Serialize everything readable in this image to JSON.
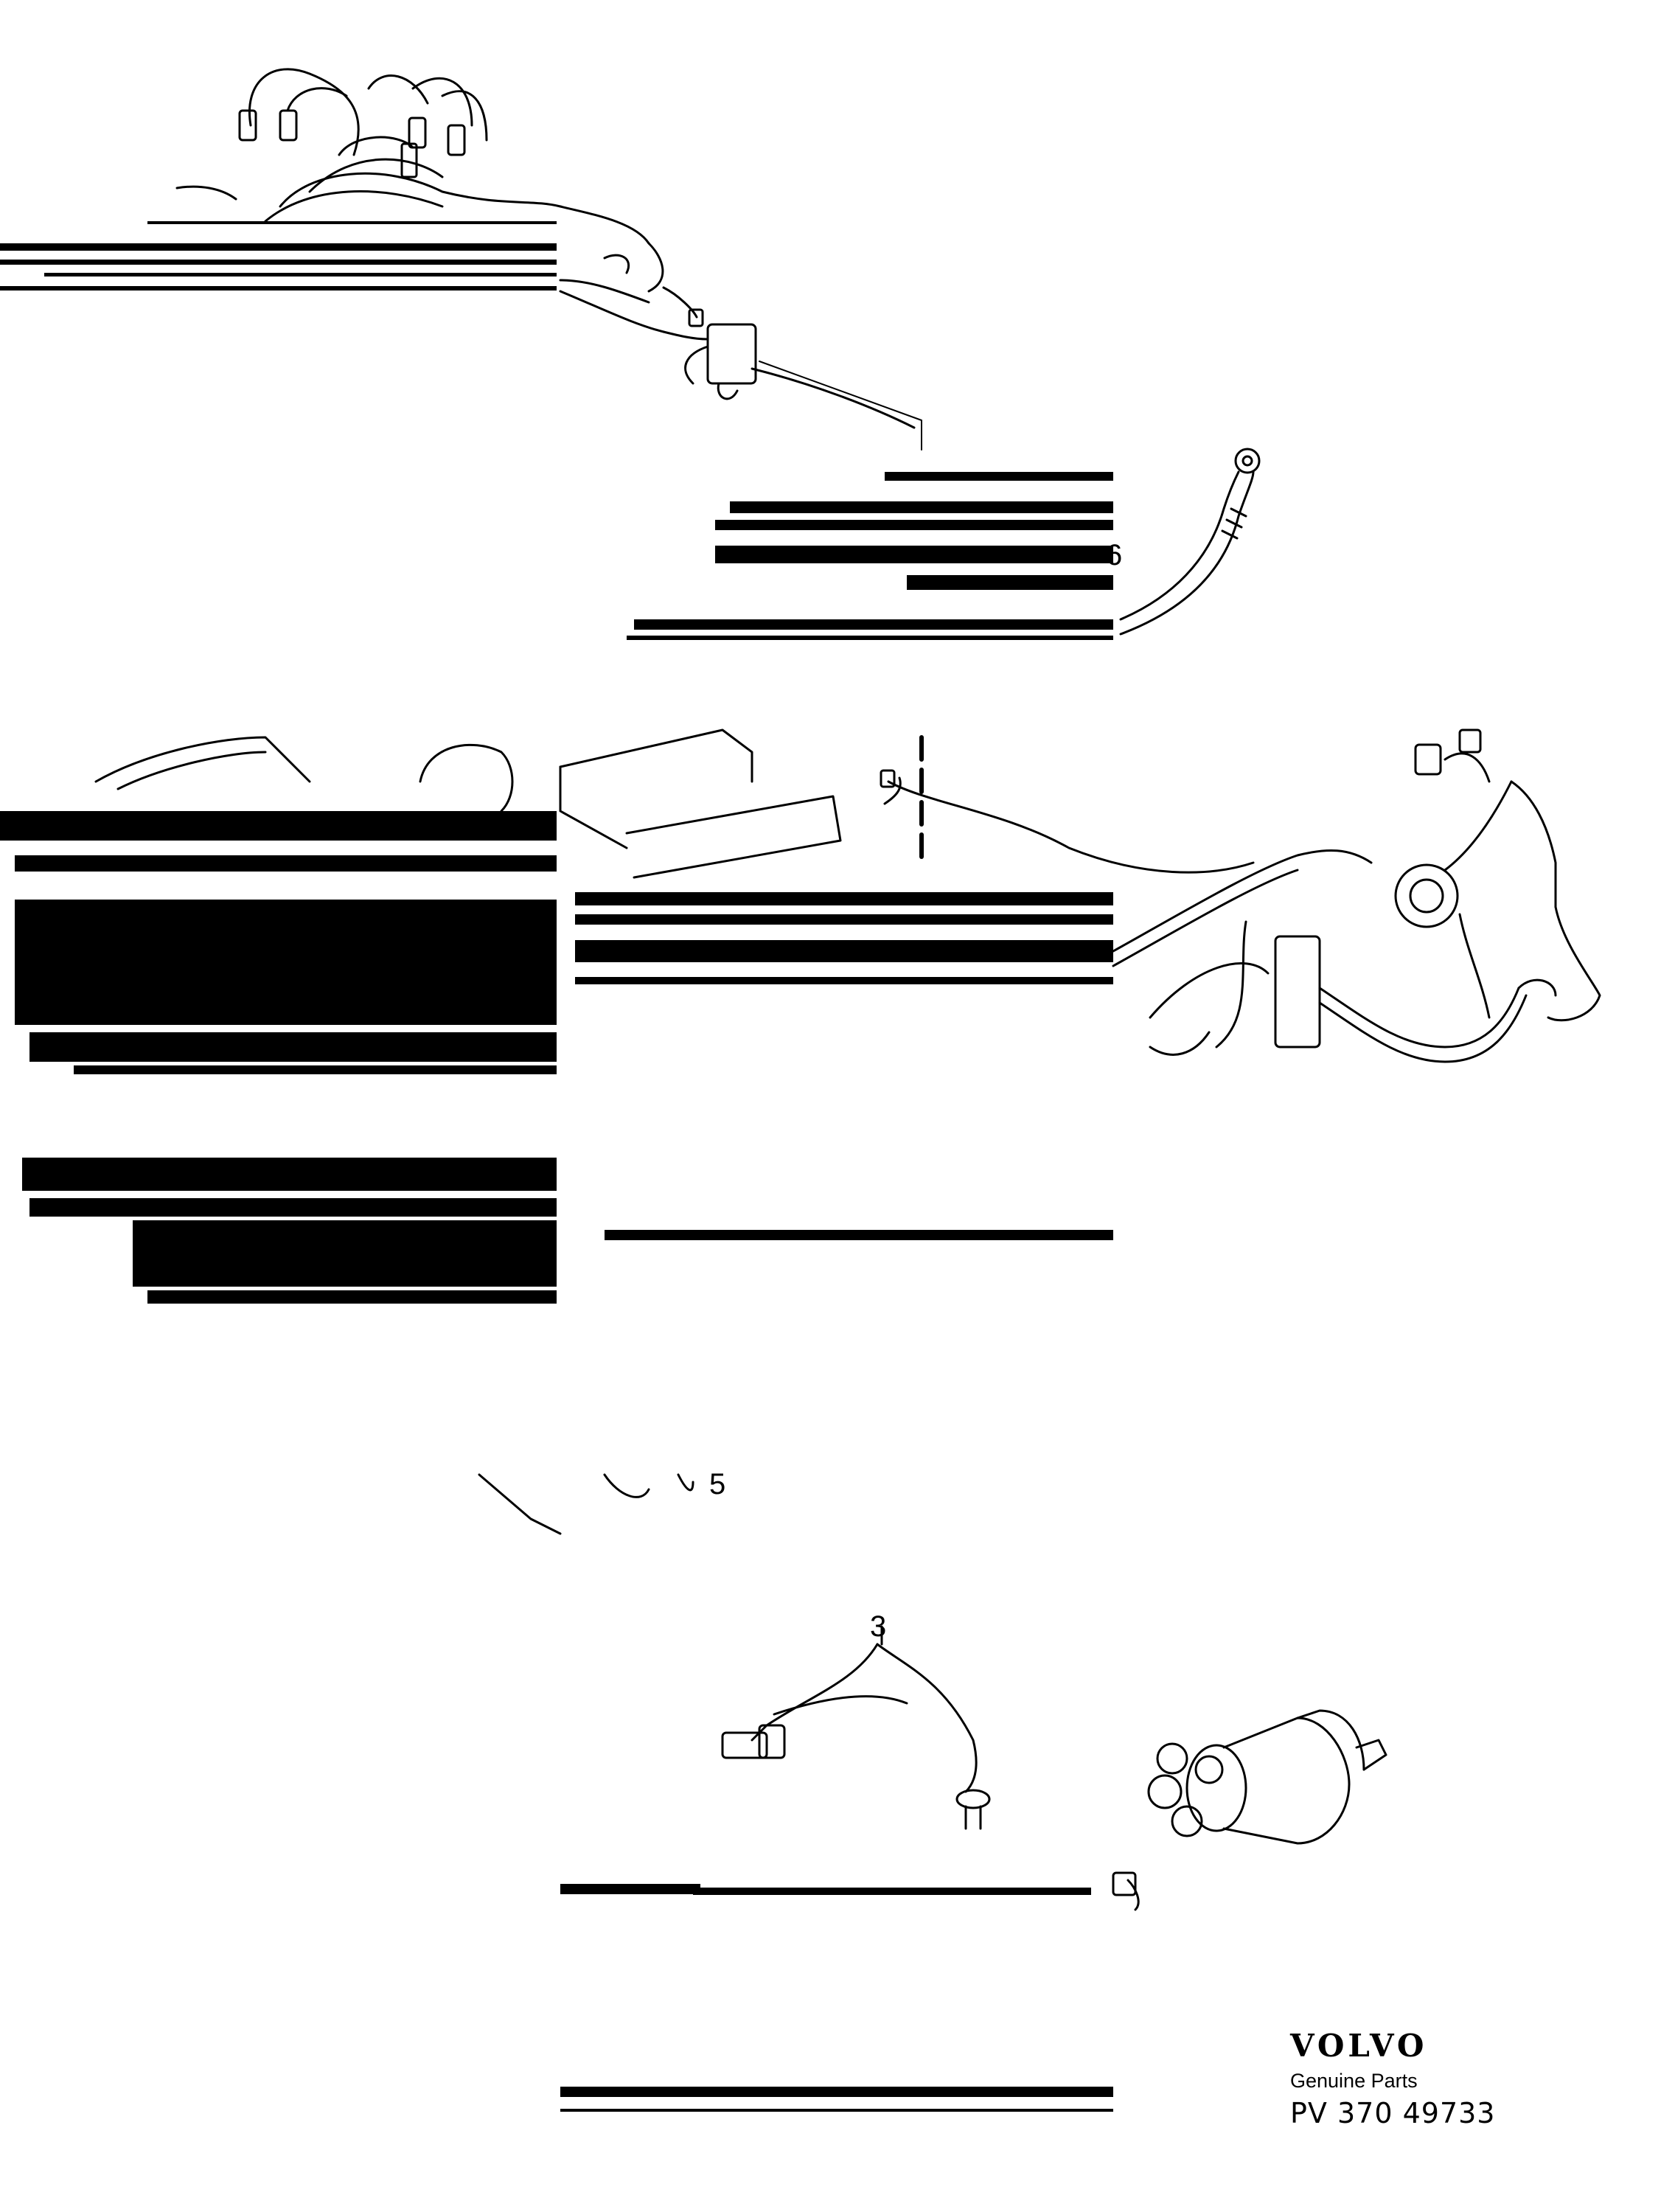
{
  "callouts": {
    "c3": "3",
    "c5": "5",
    "c6": "6"
  },
  "brand": {
    "name": "VOLVO",
    "subtitle": "Genuine Parts",
    "code": "PV 370  49733"
  }
}
